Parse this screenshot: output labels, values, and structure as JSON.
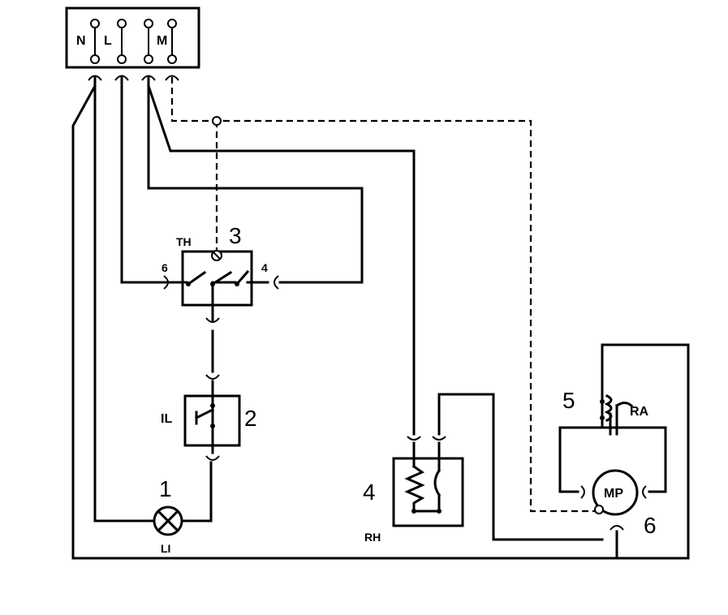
{
  "terminal_block": {
    "labels": [
      "N",
      "L",
      "M"
    ]
  },
  "components": {
    "lamp": {
      "number": "1",
      "label": "LI"
    },
    "switch": {
      "number": "2",
      "label": "IL"
    },
    "thermostat": {
      "number": "3",
      "label": "TH",
      "pin_left": "6",
      "pin_right": "4"
    },
    "heater": {
      "number": "4",
      "label": "RH"
    },
    "relay": {
      "number": "5",
      "label": "RA"
    },
    "motor": {
      "number": "6",
      "label": "MP"
    }
  }
}
